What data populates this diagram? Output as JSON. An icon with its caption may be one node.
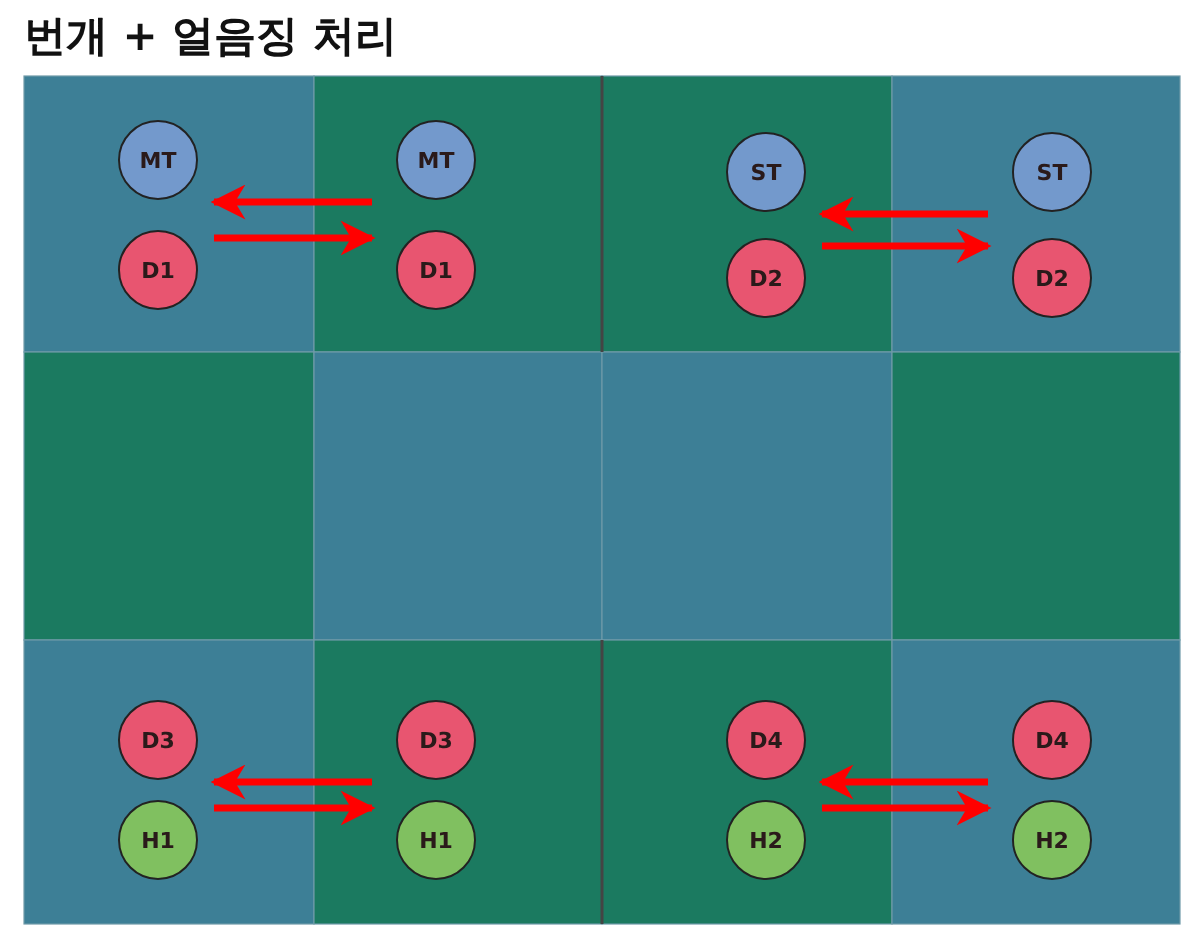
{
  "diagram": {
    "title": "번개 + 얼음징 처리",
    "nodes": [
      {
        "text": [
          "MT"
        ]
      },
      {
        "text": [
          "MT"
        ]
      },
      {
        "text": [
          "ST"
        ]
      },
      {
        "text": [
          "ST"
        ]
      },
      {
        "text": [
          "D1"
        ]
      },
      {
        "text": [
          "D1"
        ]
      },
      {
        "text": [
          "D2"
        ]
      },
      {
        "text": [
          "D2"
        ]
      },
      {
        "text": [
          "D3"
        ]
      },
      {
        "text": [
          "D3"
        ]
      },
      {
        "text": [
          "D4"
        ]
      },
      {
        "text": [
          "D4"
        ]
      },
      {
        "text": [
          "H1"
        ]
      },
      {
        "text": [
          "H1"
        ]
      },
      {
        "text": [
          "H2"
        ]
      },
      {
        "text": [
          "H2"
        ]
      }
    ],
    "edges": [
      {
        "from": 1,
        "to": 0,
        "arrow": "to"
      },
      {
        "from": 4,
        "to": 5,
        "arrow": "to"
      },
      {
        "from": 3,
        "to": 2,
        "arrow": "to"
      },
      {
        "from": 6,
        "to": 7,
        "arrow": "to"
      },
      {
        "from": 9,
        "to": 8,
        "arrow": "to"
      },
      {
        "from": 12,
        "to": 13,
        "arrow": "to"
      },
      {
        "from": 11,
        "to": 10,
        "arrow": "to"
      },
      {
        "from": 14,
        "to": 15,
        "arrow": "to"
      }
    ]
  }
}
